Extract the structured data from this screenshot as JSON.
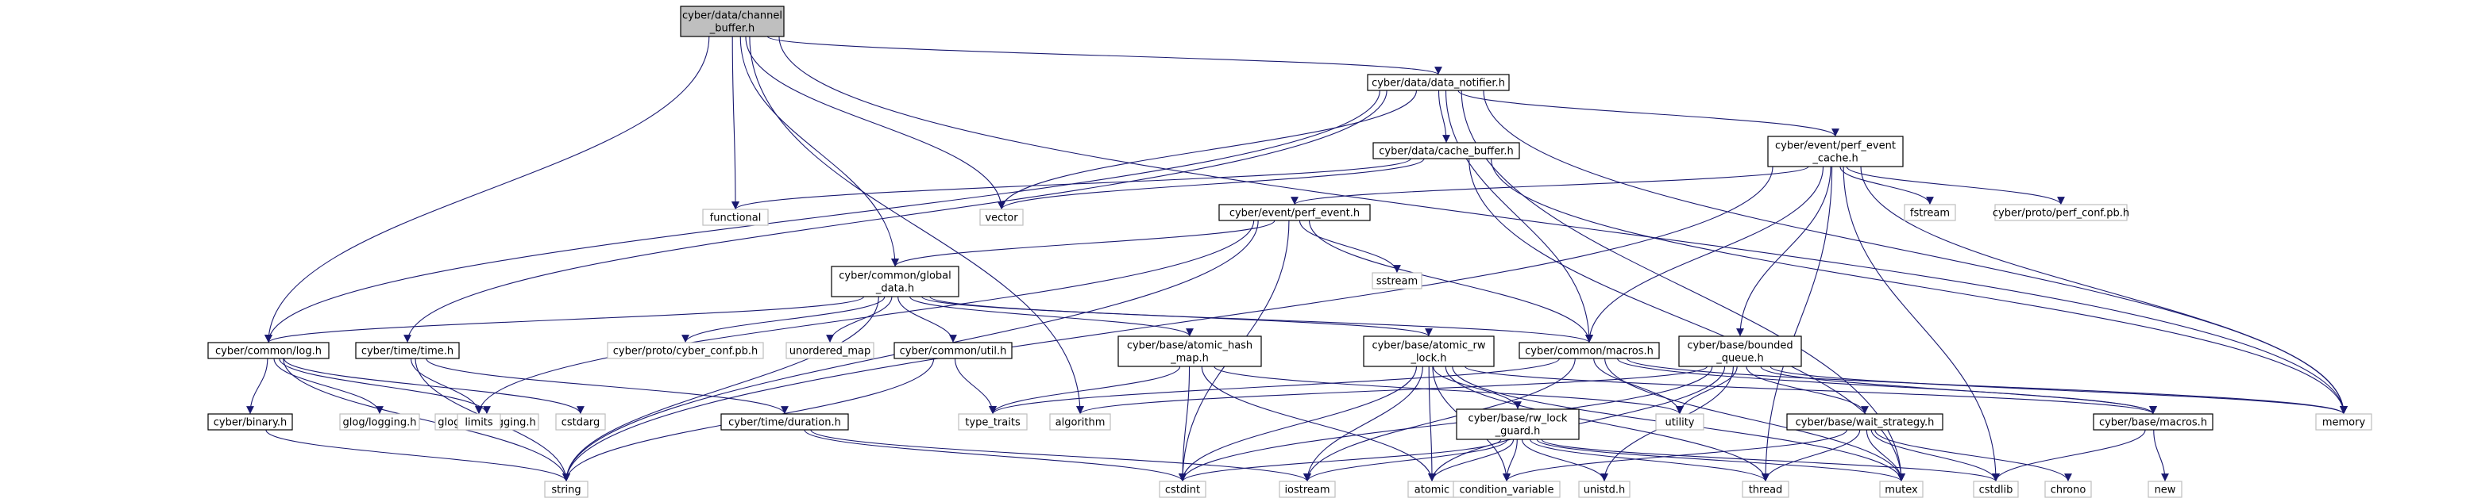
{
  "colors": {
    "edge": "#191970",
    "box_border": "#000000",
    "ext_border": "#bfbfbf",
    "root_fill": "#bfbfbf",
    "box_fill": "#ffffff"
  },
  "nodes": {
    "channel_buffer": {
      "lines": [
        "cyber/data/channel",
        "_buffer.h"
      ],
      "kind": "root"
    },
    "data_notifier": {
      "lines": [
        "cyber/data/data_notifier.h"
      ],
      "kind": "box"
    },
    "cache_buffer": {
      "lines": [
        "cyber/data/cache_buffer.h"
      ],
      "kind": "box"
    },
    "perf_event_cache": {
      "lines": [
        "cyber/event/perf_event",
        "_cache.h"
      ],
      "kind": "box"
    },
    "perf_event": {
      "lines": [
        "cyber/event/perf_event.h"
      ],
      "kind": "box"
    },
    "global_data": {
      "lines": [
        "cyber/common/global",
        "_data.h"
      ],
      "kind": "box"
    },
    "log": {
      "lines": [
        "cyber/common/log.h"
      ],
      "kind": "box"
    },
    "time": {
      "lines": [
        "cyber/time/time.h"
      ],
      "kind": "box"
    },
    "util": {
      "lines": [
        "cyber/common/util.h"
      ],
      "kind": "box"
    },
    "atomic_hash_map": {
      "lines": [
        "cyber/base/atomic_hash",
        "_map.h"
      ],
      "kind": "box"
    },
    "atomic_rw_lock": {
      "lines": [
        "cyber/base/atomic_rw",
        "_lock.h"
      ],
      "kind": "box"
    },
    "macros_common": {
      "lines": [
        "cyber/common/macros.h"
      ],
      "kind": "box"
    },
    "bounded_queue": {
      "lines": [
        "cyber/base/bounded",
        "_queue.h"
      ],
      "kind": "box"
    },
    "binary": {
      "lines": [
        "cyber/binary.h"
      ],
      "kind": "box"
    },
    "duration": {
      "lines": [
        "cyber/time/duration.h"
      ],
      "kind": "box"
    },
    "rw_lock_guard": {
      "lines": [
        "cyber/base/rw_lock",
        "_guard.h"
      ],
      "kind": "box"
    },
    "wait_strategy": {
      "lines": [
        "cyber/base/wait_strategy.h"
      ],
      "kind": "box"
    },
    "macros_base": {
      "lines": [
        "cyber/base/macros.h"
      ],
      "kind": "box"
    },
    "functional": {
      "lines": [
        "functional"
      ],
      "kind": "ext"
    },
    "vector": {
      "lines": [
        "vector"
      ],
      "kind": "ext"
    },
    "memory": {
      "lines": [
        "memory"
      ],
      "kind": "ext"
    },
    "fstream": {
      "lines": [
        "fstream"
      ],
      "kind": "ext"
    },
    "perf_conf": {
      "lines": [
        "cyber/proto/perf_conf.pb.h"
      ],
      "kind": "ext"
    },
    "sstream": {
      "lines": [
        "sstream"
      ],
      "kind": "ext"
    },
    "cyber_conf": {
      "lines": [
        "cyber/proto/cyber_conf.pb.h"
      ],
      "kind": "ext"
    },
    "unordered_map": {
      "lines": [
        "unordered_map"
      ],
      "kind": "ext"
    },
    "glog_logging": {
      "lines": [
        "glog/logging.h"
      ],
      "kind": "ext"
    },
    "glog_raw_logging": {
      "lines": [
        "glog/raw_logging.h"
      ],
      "kind": "ext"
    },
    "cstdarg": {
      "lines": [
        "cstdarg"
      ],
      "kind": "ext"
    },
    "limits": {
      "lines": [
        "limits"
      ],
      "kind": "ext"
    },
    "type_traits": {
      "lines": [
        "type_traits"
      ],
      "kind": "ext"
    },
    "algorithm": {
      "lines": [
        "algorithm"
      ],
      "kind": "ext"
    },
    "utility": {
      "lines": [
        "utility"
      ],
      "kind": "ext"
    },
    "string": {
      "lines": [
        "string"
      ],
      "kind": "ext"
    },
    "cstdint": {
      "lines": [
        "cstdint"
      ],
      "kind": "ext"
    },
    "iostream": {
      "lines": [
        "iostream"
      ],
      "kind": "ext"
    },
    "atomic": {
      "lines": [
        "atomic"
      ],
      "kind": "ext"
    },
    "condition_variable": {
      "lines": [
        "condition_variable"
      ],
      "kind": "ext"
    },
    "unistd": {
      "lines": [
        "unistd.h"
      ],
      "kind": "ext"
    },
    "thread": {
      "lines": [
        "thread"
      ],
      "kind": "ext"
    },
    "mutex": {
      "lines": [
        "mutex"
      ],
      "kind": "ext"
    },
    "cstdlib": {
      "lines": [
        "cstdlib"
      ],
      "kind": "ext"
    },
    "chrono": {
      "lines": [
        "chrono"
      ],
      "kind": "ext"
    },
    "new": {
      "lines": [
        "new"
      ],
      "kind": "ext"
    }
  },
  "edges": [
    [
      "channel_buffer",
      "data_notifier"
    ],
    [
      "channel_buffer",
      "functional"
    ],
    [
      "channel_buffer",
      "vector"
    ],
    [
      "channel_buffer",
      "memory"
    ],
    [
      "channel_buffer",
      "global_data"
    ],
    [
      "channel_buffer",
      "log"
    ],
    [
      "channel_buffer",
      "algorithm"
    ],
    [
      "data_notifier",
      "cache_buffer"
    ],
    [
      "data_notifier",
      "perf_event_cache"
    ],
    [
      "data_notifier",
      "vector"
    ],
    [
      "data_notifier",
      "memory"
    ],
    [
      "data_notifier",
      "macros_common"
    ],
    [
      "data_notifier",
      "log"
    ],
    [
      "data_notifier",
      "time"
    ],
    [
      "data_notifier",
      "mutex"
    ],
    [
      "cache_buffer",
      "functional"
    ],
    [
      "cache_buffer",
      "vector"
    ],
    [
      "cache_buffer",
      "memory"
    ],
    [
      "cache_buffer",
      "mutex"
    ],
    [
      "perf_event_cache",
      "perf_event"
    ],
    [
      "perf_event_cache",
      "fstream"
    ],
    [
      "perf_event_cache",
      "perf_conf"
    ],
    [
      "perf_event_cache",
      "bounded_queue"
    ],
    [
      "perf_event_cache",
      "macros_common"
    ],
    [
      "perf_event_cache",
      "memory"
    ],
    [
      "perf_event_cache",
      "thread"
    ],
    [
      "perf_event_cache",
      "string"
    ],
    [
      "perf_event_cache",
      "cstdlib"
    ],
    [
      "perf_event",
      "global_data"
    ],
    [
      "perf_event",
      "sstream"
    ],
    [
      "perf_event",
      "macros_common"
    ],
    [
      "perf_event",
      "cstdint"
    ],
    [
      "perf_event",
      "limits"
    ],
    [
      "perf_event",
      "string"
    ],
    [
      "global_data",
      "log"
    ],
    [
      "global_data",
      "util"
    ],
    [
      "global_data",
      "atomic_hash_map"
    ],
    [
      "global_data",
      "atomic_rw_lock"
    ],
    [
      "global_data",
      "macros_common"
    ],
    [
      "global_data",
      "cyber_conf"
    ],
    [
      "global_data",
      "unordered_map"
    ],
    [
      "global_data",
      "string"
    ],
    [
      "log",
      "binary"
    ],
    [
      "log",
      "glog_logging"
    ],
    [
      "log",
      "glog_raw_logging"
    ],
    [
      "log",
      "cstdarg"
    ],
    [
      "log",
      "string"
    ],
    [
      "time",
      "duration"
    ],
    [
      "time",
      "limits"
    ],
    [
      "time",
      "string"
    ],
    [
      "util",
      "type_traits"
    ],
    [
      "util",
      "string"
    ],
    [
      "atomic_hash_map",
      "type_traits"
    ],
    [
      "atomic_hash_map",
      "utility"
    ],
    [
      "atomic_hash_map",
      "cstdint"
    ],
    [
      "atomic_hash_map",
      "atomic"
    ],
    [
      "atomic_rw_lock",
      "rw_lock_guard"
    ],
    [
      "atomic_rw_lock",
      "macros_base"
    ],
    [
      "atomic_rw_lock",
      "cstdint"
    ],
    [
      "atomic_rw_lock",
      "atomic"
    ],
    [
      "atomic_rw_lock",
      "condition_variable"
    ],
    [
      "atomic_rw_lock",
      "iostream"
    ],
    [
      "atomic_rw_lock",
      "mutex"
    ],
    [
      "atomic_rw_lock",
      "thread"
    ],
    [
      "macros_common",
      "macros_base"
    ],
    [
      "macros_common",
      "type_traits"
    ],
    [
      "macros_common",
      "utility"
    ],
    [
      "macros_common",
      "memory"
    ],
    [
      "macros_common",
      "mutex"
    ],
    [
      "macros_common",
      "iostream"
    ],
    [
      "bounded_queue",
      "wait_strategy"
    ],
    [
      "bounded_queue",
      "macros_base"
    ],
    [
      "bounded_queue",
      "algorithm"
    ],
    [
      "bounded_queue",
      "utility"
    ],
    [
      "bounded_queue",
      "memory"
    ],
    [
      "bounded_queue",
      "cstdint"
    ],
    [
      "bounded_queue",
      "atomic"
    ],
    [
      "bounded_queue",
      "unistd"
    ],
    [
      "binary",
      "string"
    ],
    [
      "duration",
      "cstdint"
    ],
    [
      "duration",
      "iostream"
    ],
    [
      "rw_lock_guard",
      "cstdint"
    ],
    [
      "rw_lock_guard",
      "iostream"
    ],
    [
      "rw_lock_guard",
      "atomic"
    ],
    [
      "rw_lock_guard",
      "condition_variable"
    ],
    [
      "rw_lock_guard",
      "unistd"
    ],
    [
      "rw_lock_guard",
      "thread"
    ],
    [
      "rw_lock_guard",
      "mutex"
    ],
    [
      "rw_lock_guard",
      "cstdlib"
    ],
    [
      "wait_strategy",
      "condition_variable"
    ],
    [
      "wait_strategy",
      "chrono"
    ],
    [
      "wait_strategy",
      "cstdlib"
    ],
    [
      "wait_strategy",
      "thread"
    ],
    [
      "wait_strategy",
      "mutex"
    ],
    [
      "macros_base",
      "cstdlib"
    ],
    [
      "macros_base",
      "new"
    ]
  ]
}
